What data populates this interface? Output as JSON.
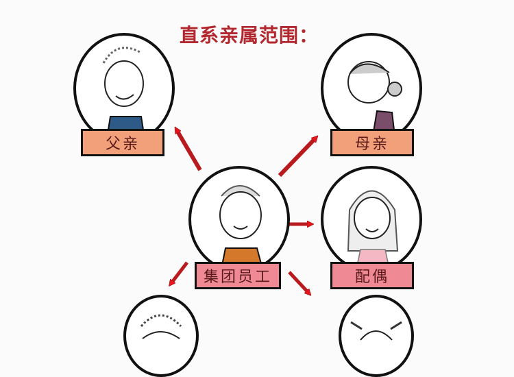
{
  "title": "直系亲属范围：",
  "nodes": {
    "father": {
      "label": "父亲",
      "color": "#f2a07a"
    },
    "mother": {
      "label": "母亲",
      "color": "#f2a07a"
    },
    "employee": {
      "label": "集团员工",
      "color": "#ef8a94"
    },
    "spouse": {
      "label": "配偶",
      "color": "#ef8a94"
    },
    "child_left": {
      "label": ""
    },
    "child_right": {
      "label": ""
    }
  },
  "colors": {
    "arrow": "#e8161c",
    "title": "#b3282e"
  }
}
